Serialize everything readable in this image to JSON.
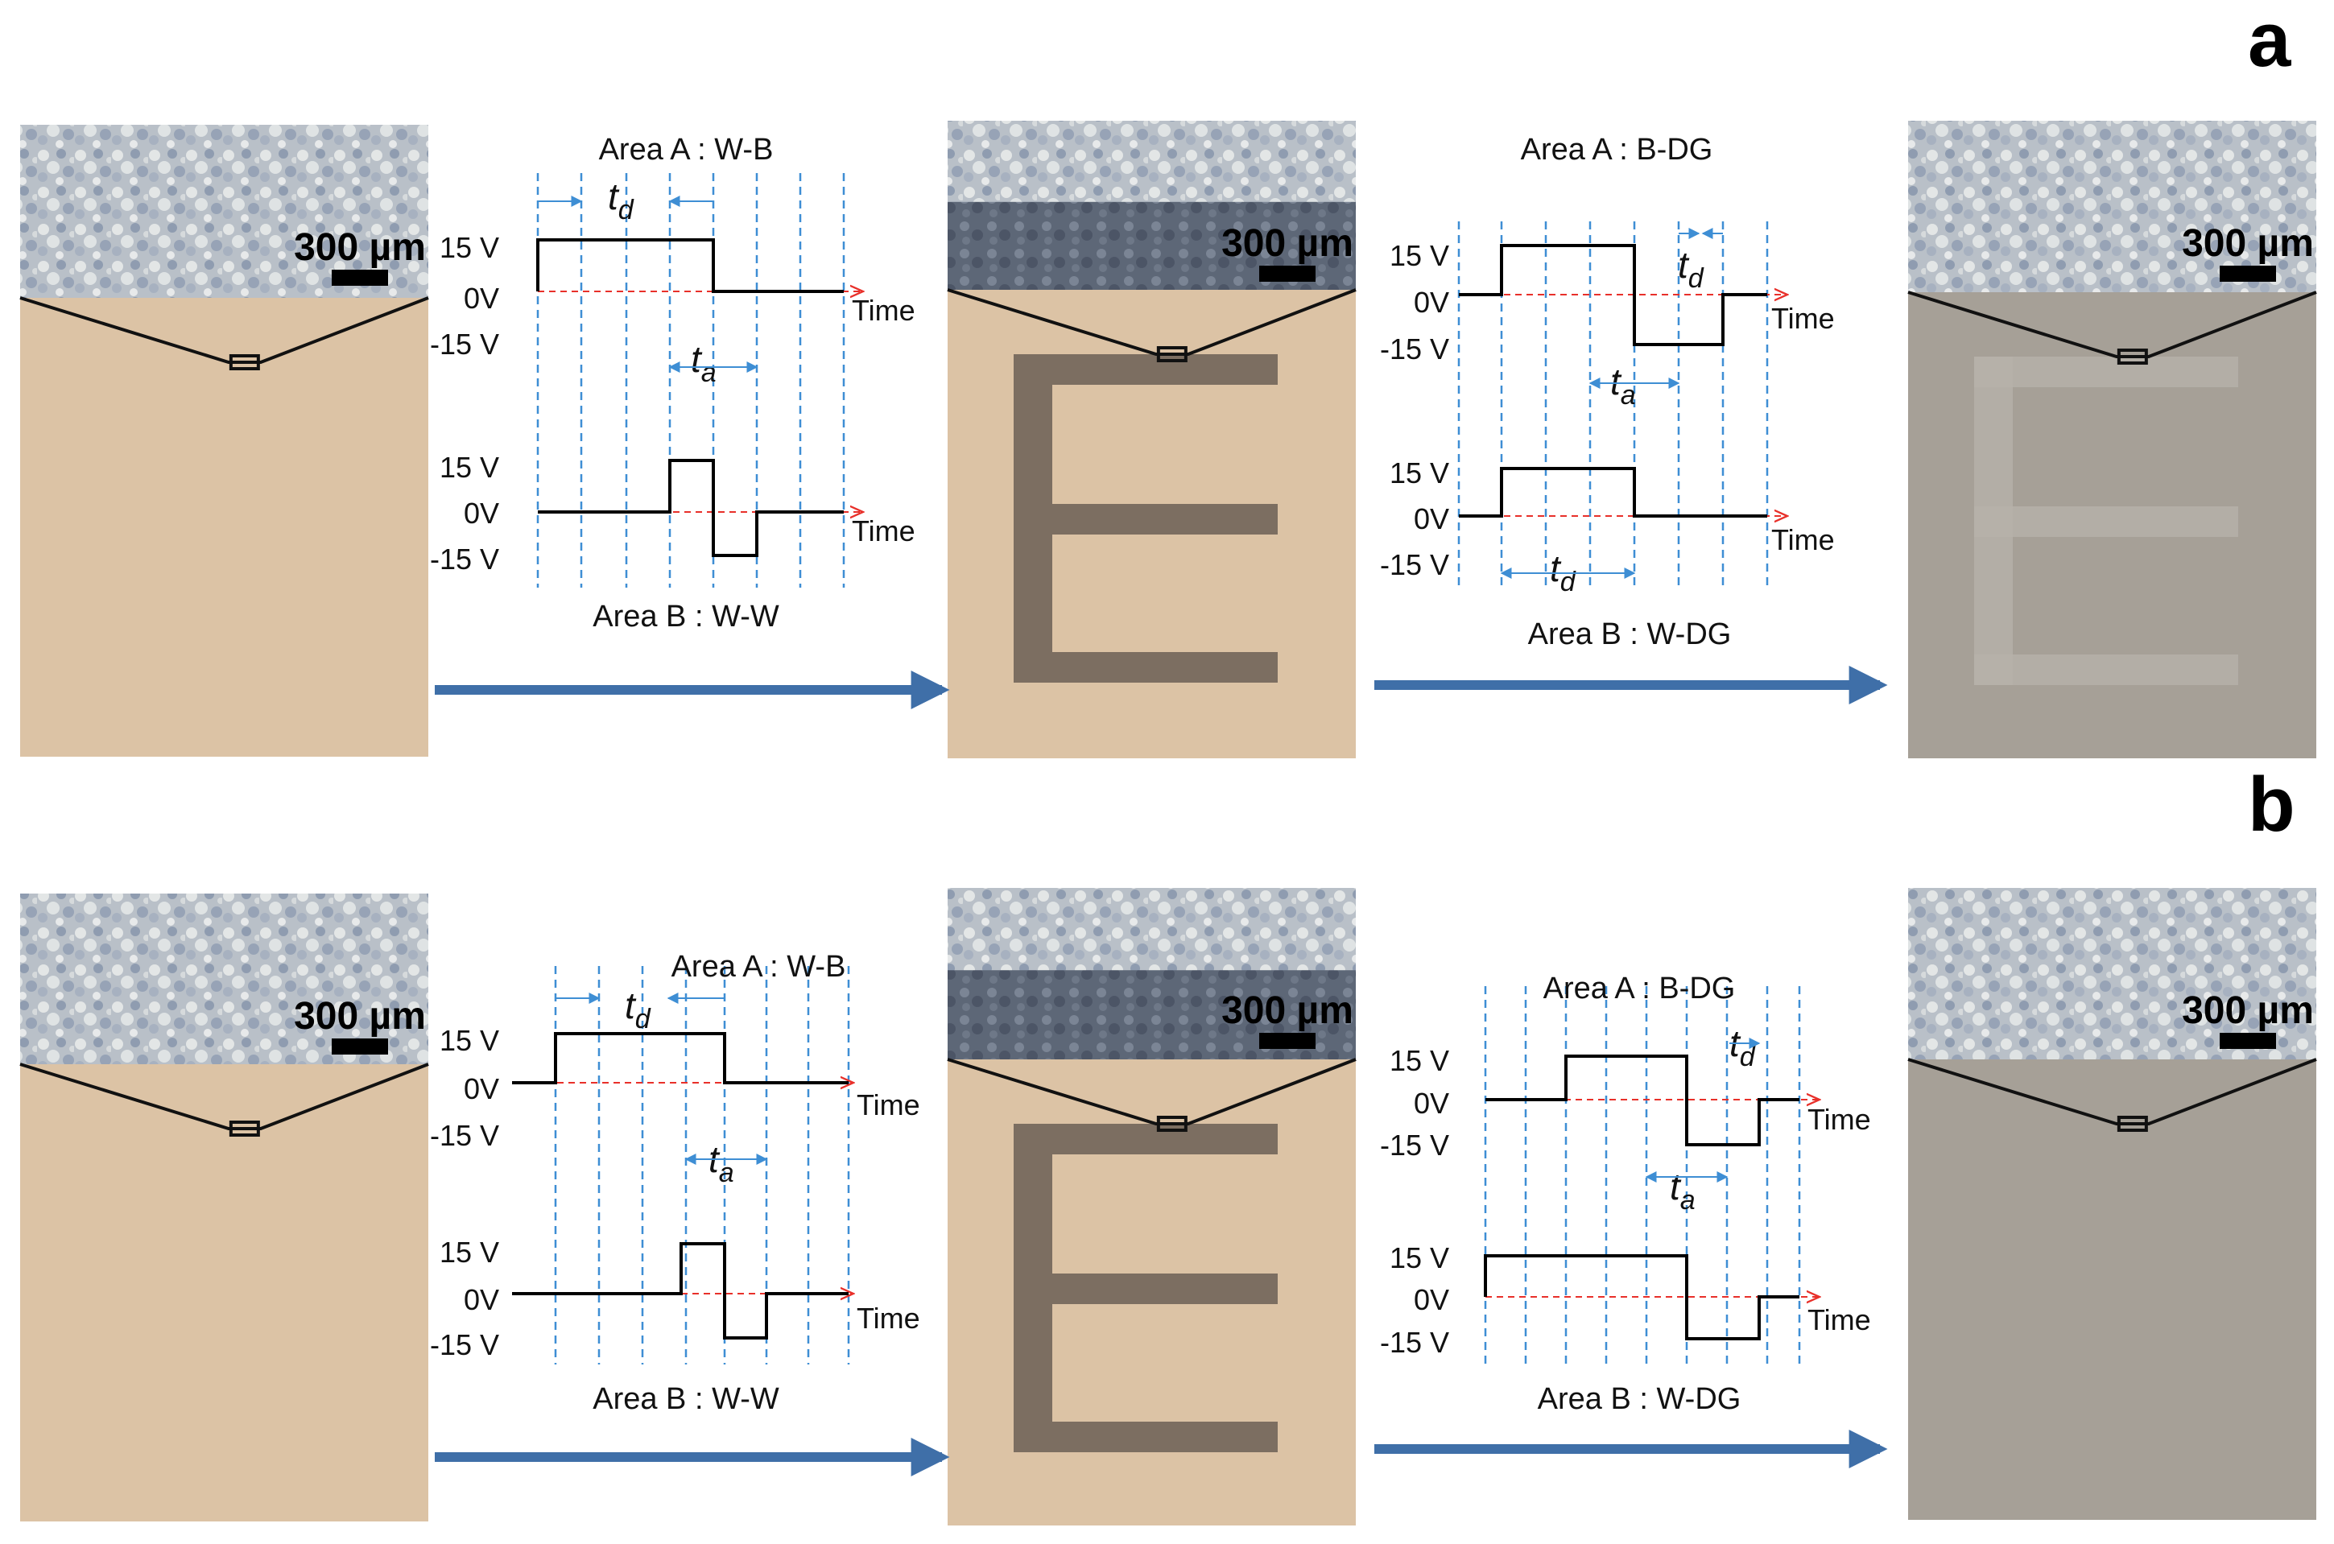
{
  "panel_labels": {
    "a": "a",
    "b": "b"
  },
  "scale_bar_label": "300 µm",
  "colors": {
    "pixel_beige": "#dcc3a5",
    "pixel_gray": "#a6a097",
    "letter_dark": "#7c6e61",
    "arrow_blue": "#3f6fa8",
    "guide_blue": "#3e8ed4",
    "zero_red": "#e8302a"
  },
  "pixel_states": {
    "a_initial": "beige",
    "a_mid": "beige with E",
    "a_final": "gray with faint E",
    "b_initial": "beige",
    "b_mid": "beige with E",
    "b_final": "gray"
  },
  "waveforms": {
    "a_left": {
      "top_title": "Area A : W-B",
      "bottom_title": "Area B : W-W",
      "top": [
        "15 V",
        "0V",
        "-15 V"
      ],
      "bottom": [
        "15 V",
        "0V",
        "-15 V"
      ],
      "time_label": "Time",
      "td": "d",
      "ta": "a"
    },
    "a_right": {
      "top_title": "Area A : B-DG",
      "bottom_title": "Area B : W-DG",
      "top": [
        "15 V",
        "0V",
        "-15 V"
      ],
      "bottom": [
        "15 V",
        "0V",
        "-15 V"
      ],
      "time_label": "Time",
      "td": "d",
      "ta": "a"
    },
    "b_left": {
      "top_title": "Area A : W-B",
      "bottom_title": "Area B : W-W",
      "top": [
        "15 V",
        "0V",
        "-15 V"
      ],
      "bottom": [
        "15 V",
        "0V",
        "-15 V"
      ],
      "time_label": "Time",
      "td": "d",
      "ta": "a"
    },
    "b_right": {
      "top_title": "Area A : B-DG",
      "bottom_title": "Area B : W-DG",
      "top": [
        "15 V",
        "0V",
        "-15 V"
      ],
      "bottom": [
        "15 V",
        "0V",
        "-15 V"
      ],
      "time_label": "Time",
      "td": "d",
      "ta": "a"
    }
  },
  "t_symbol": "t"
}
